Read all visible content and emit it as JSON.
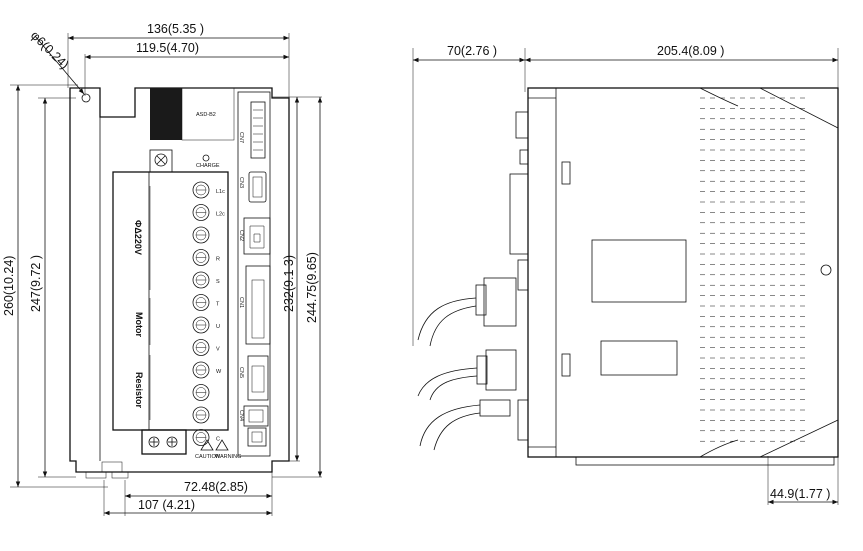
{
  "front_view": {
    "dims": {
      "hole": "φ6(0.24)",
      "width_overall": "136(5.35 )",
      "width_mount": "119.5(4.70)",
      "height_overall": "260(10.24)",
      "height_mount": "247(9.72 )",
      "height_body": "232(9.1 3)",
      "height_total": "244.75(9.65)",
      "width_terminal": "72.48(2.85)",
      "width_base": "107 (4.21)"
    },
    "terminals": [
      "L1c",
      "L2c",
      "",
      "R",
      "S",
      "T",
      "U",
      "V",
      "W",
      "",
      "",
      "C"
    ],
    "labels": {
      "power": "ΦΔ220V",
      "motor": "Motor",
      "resistor": "Resistor"
    },
    "connectors": [
      "CN7",
      "CN3",
      "CN2",
      "CN1",
      "CN5",
      "CN4"
    ],
    "small": {
      "charge": "CHARGE",
      "caution": "CAUTION",
      "warning": "WARNING"
    }
  },
  "side_view": {
    "dims": {
      "depth_front": "70(2.76 )",
      "depth_total": "205.4(8.09 )",
      "offset": "44.9(1.77 )"
    }
  }
}
